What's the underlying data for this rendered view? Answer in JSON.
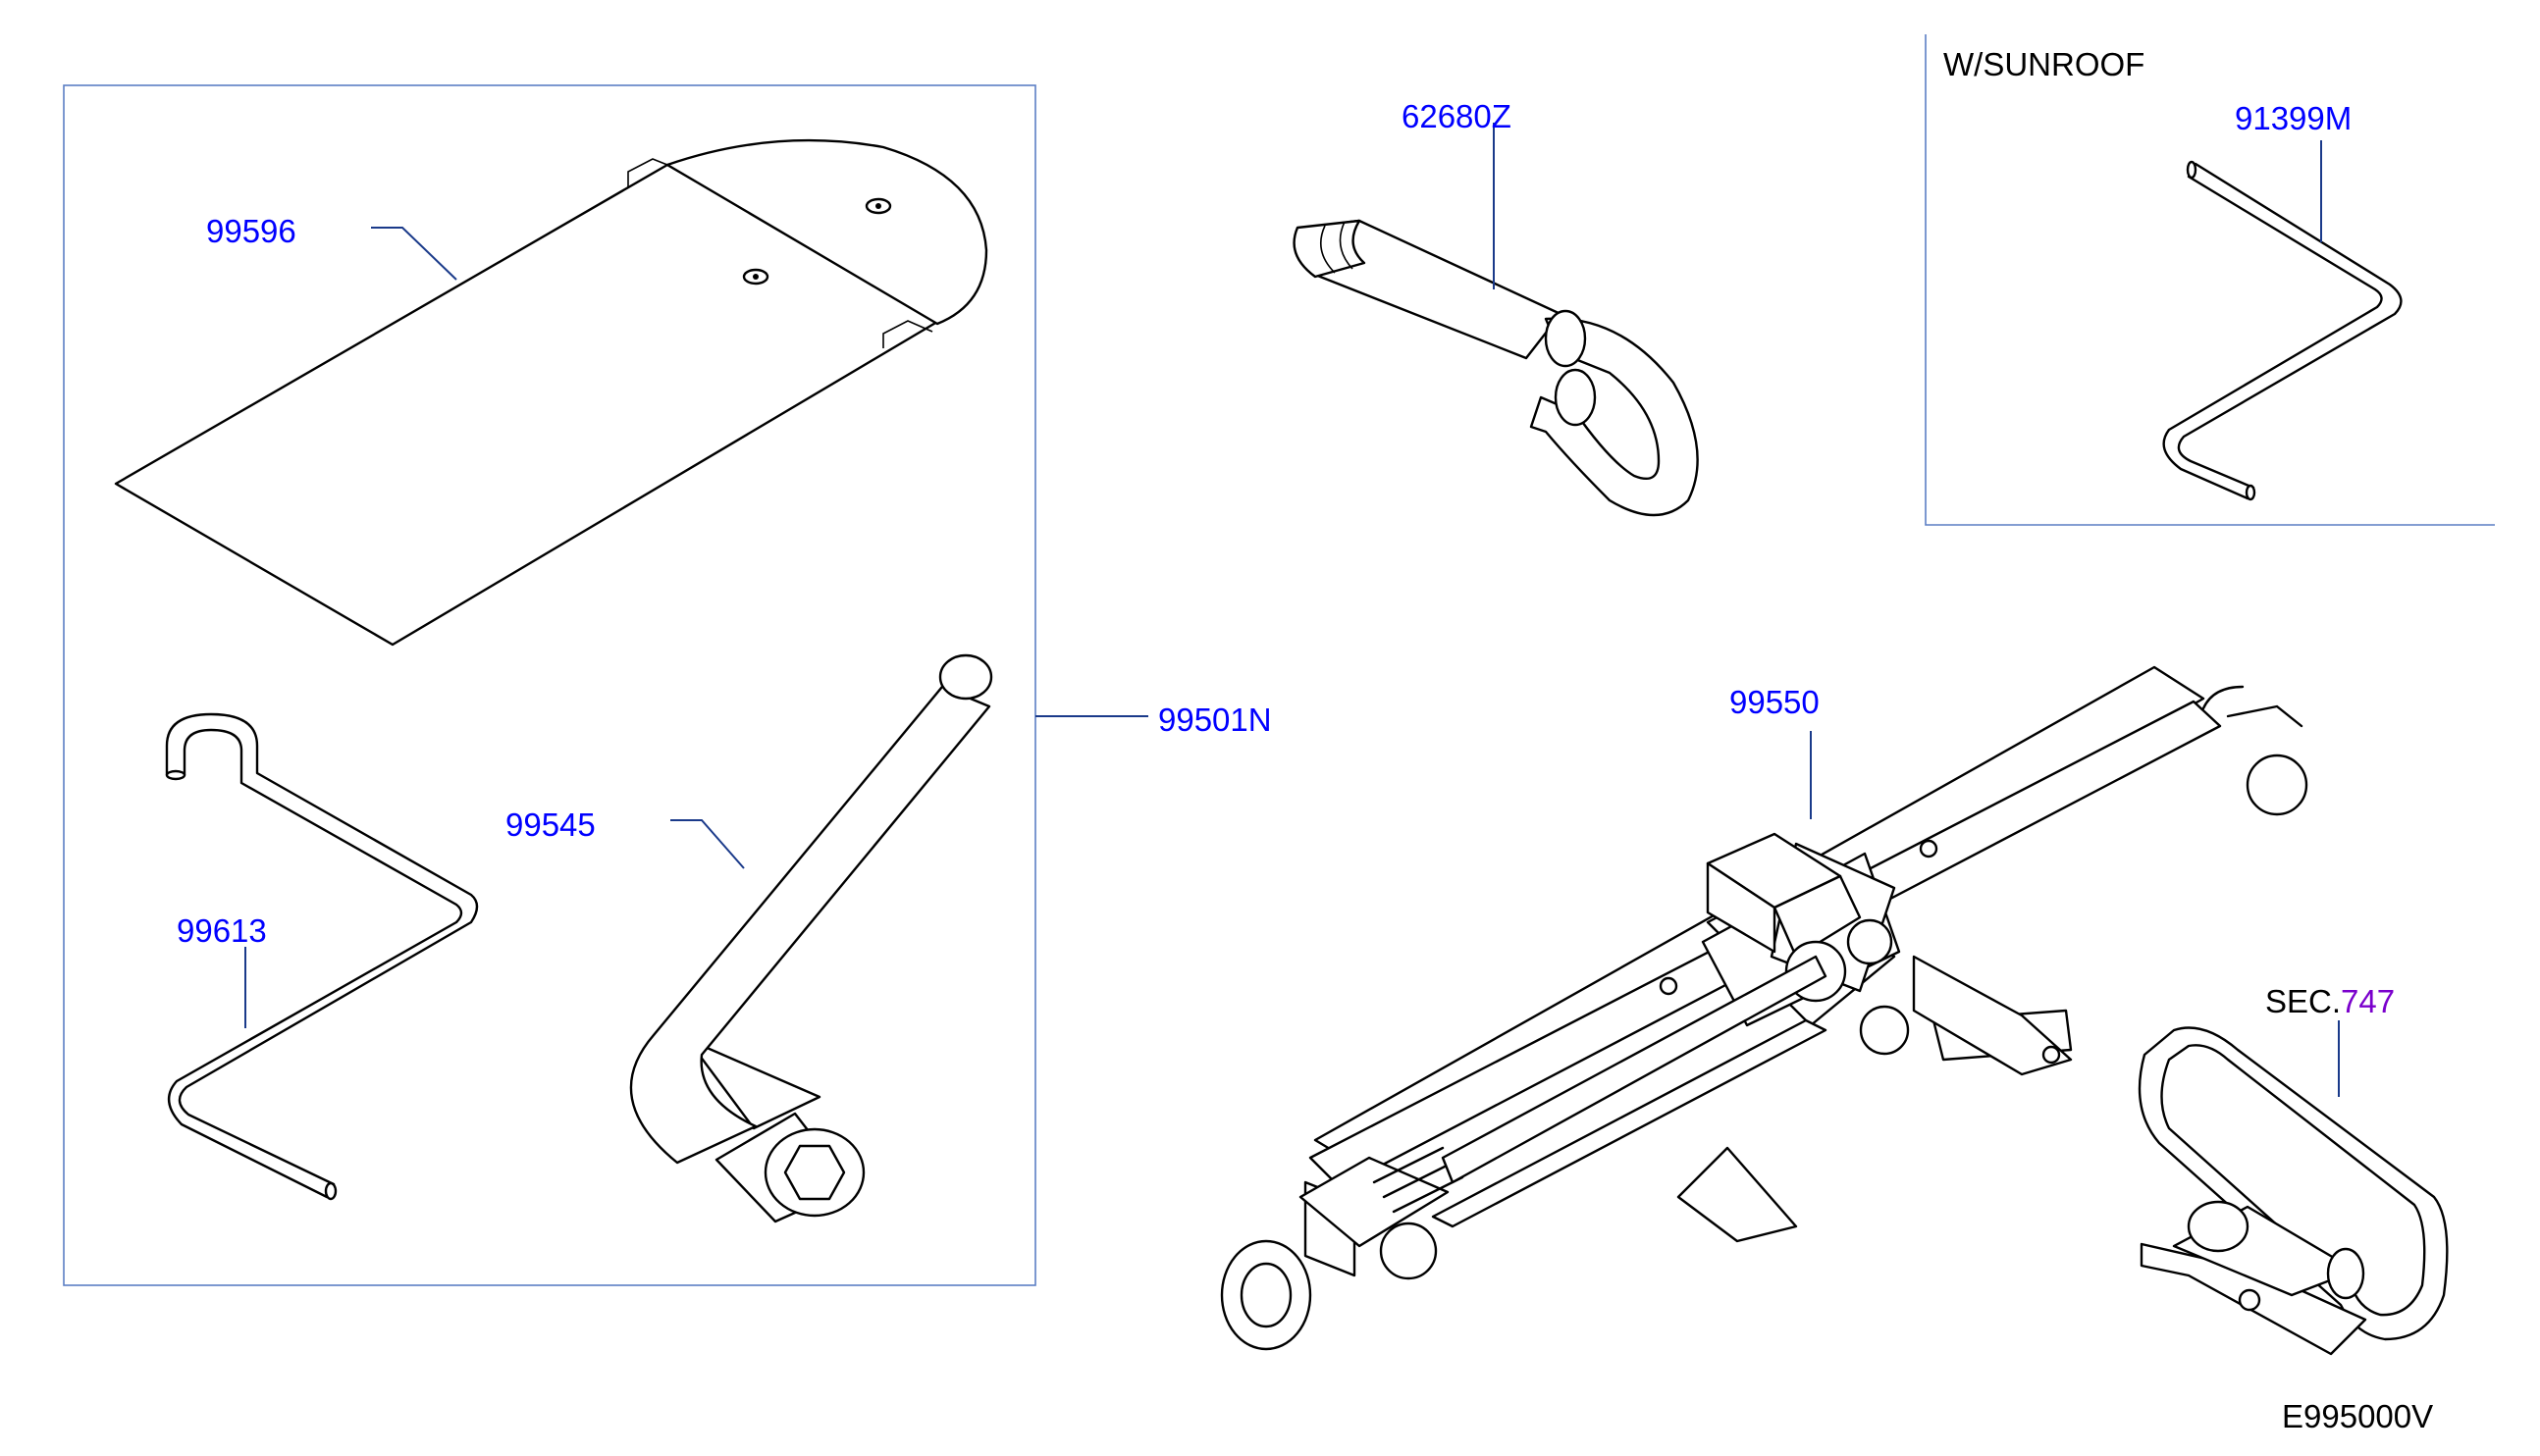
{
  "diagram": {
    "code": "E995000V",
    "option_label": "W/SUNROOF",
    "section_ref": {
      "prefix": "SEC.",
      "number": "747"
    },
    "parts": [
      {
        "id": "99596",
        "label": "99596"
      },
      {
        "id": "99501N",
        "label": "99501N"
      },
      {
        "id": "99545",
        "label": "99545"
      },
      {
        "id": "99613",
        "label": "99613"
      },
      {
        "id": "62680Z",
        "label": "62680Z"
      },
      {
        "id": "91399M",
        "label": "91399M"
      },
      {
        "id": "99550",
        "label": "99550"
      }
    ]
  }
}
